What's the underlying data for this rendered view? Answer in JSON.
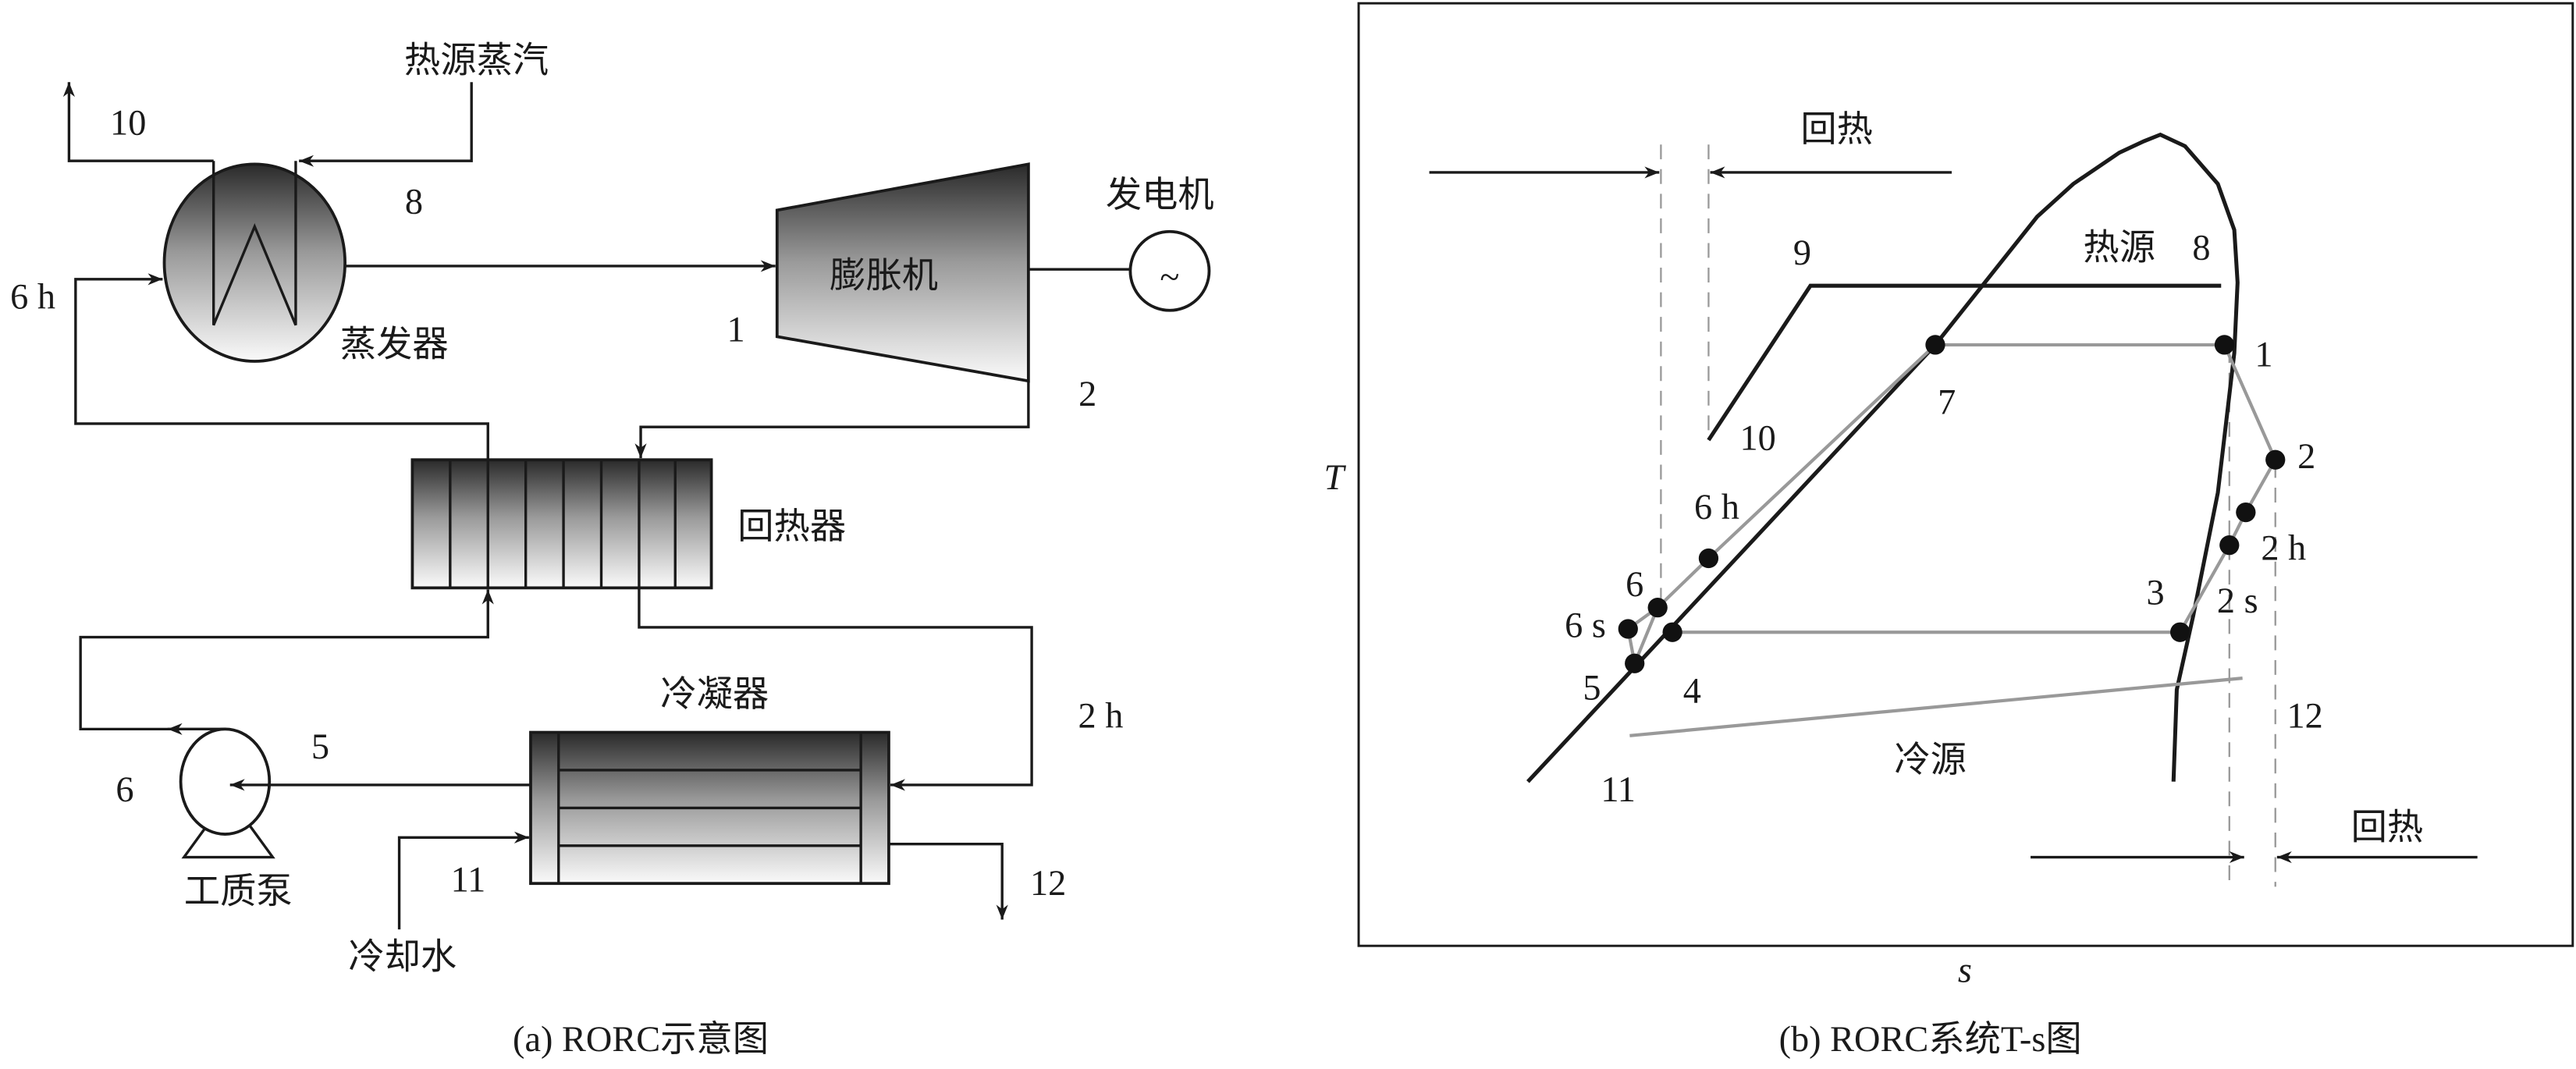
{
  "schematic": {
    "caption": "(a) RORC示意图",
    "heat_source_steam": "热源蒸汽",
    "evaporator": "蒸发器",
    "expander": "膨胀机",
    "generator": "发电机",
    "generator_symbol": "~",
    "regenerator": "回热器",
    "condenser": "冷凝器",
    "pump": "工质泵",
    "cooling_water": "冷却水",
    "states": {
      "s10": "10",
      "s8": "8",
      "s1": "1",
      "s2": "2",
      "s6h": "6 h",
      "s2h": "2 h",
      "s5": "5",
      "s6": "6",
      "s11": "11",
      "s12": "12"
    }
  },
  "ts_diagram": {
    "caption": "(b) RORC系统T-s图",
    "x_axis": "s",
    "y_axis": "T",
    "regen_top": "回热",
    "regen_bottom": "回热",
    "heat_source": "热源",
    "cold_source": "冷源",
    "points": {
      "p1": "1",
      "p2": "2",
      "p2h": "2 h",
      "p2s": "2 s",
      "p3": "3",
      "p4": "4",
      "p5": "5",
      "p6": "6",
      "p6s": "6 s",
      "p6h": "6 h",
      "p7": "7",
      "p8": "8",
      "p9": "9",
      "p10": "10",
      "p11": "11",
      "p12": "12"
    }
  }
}
